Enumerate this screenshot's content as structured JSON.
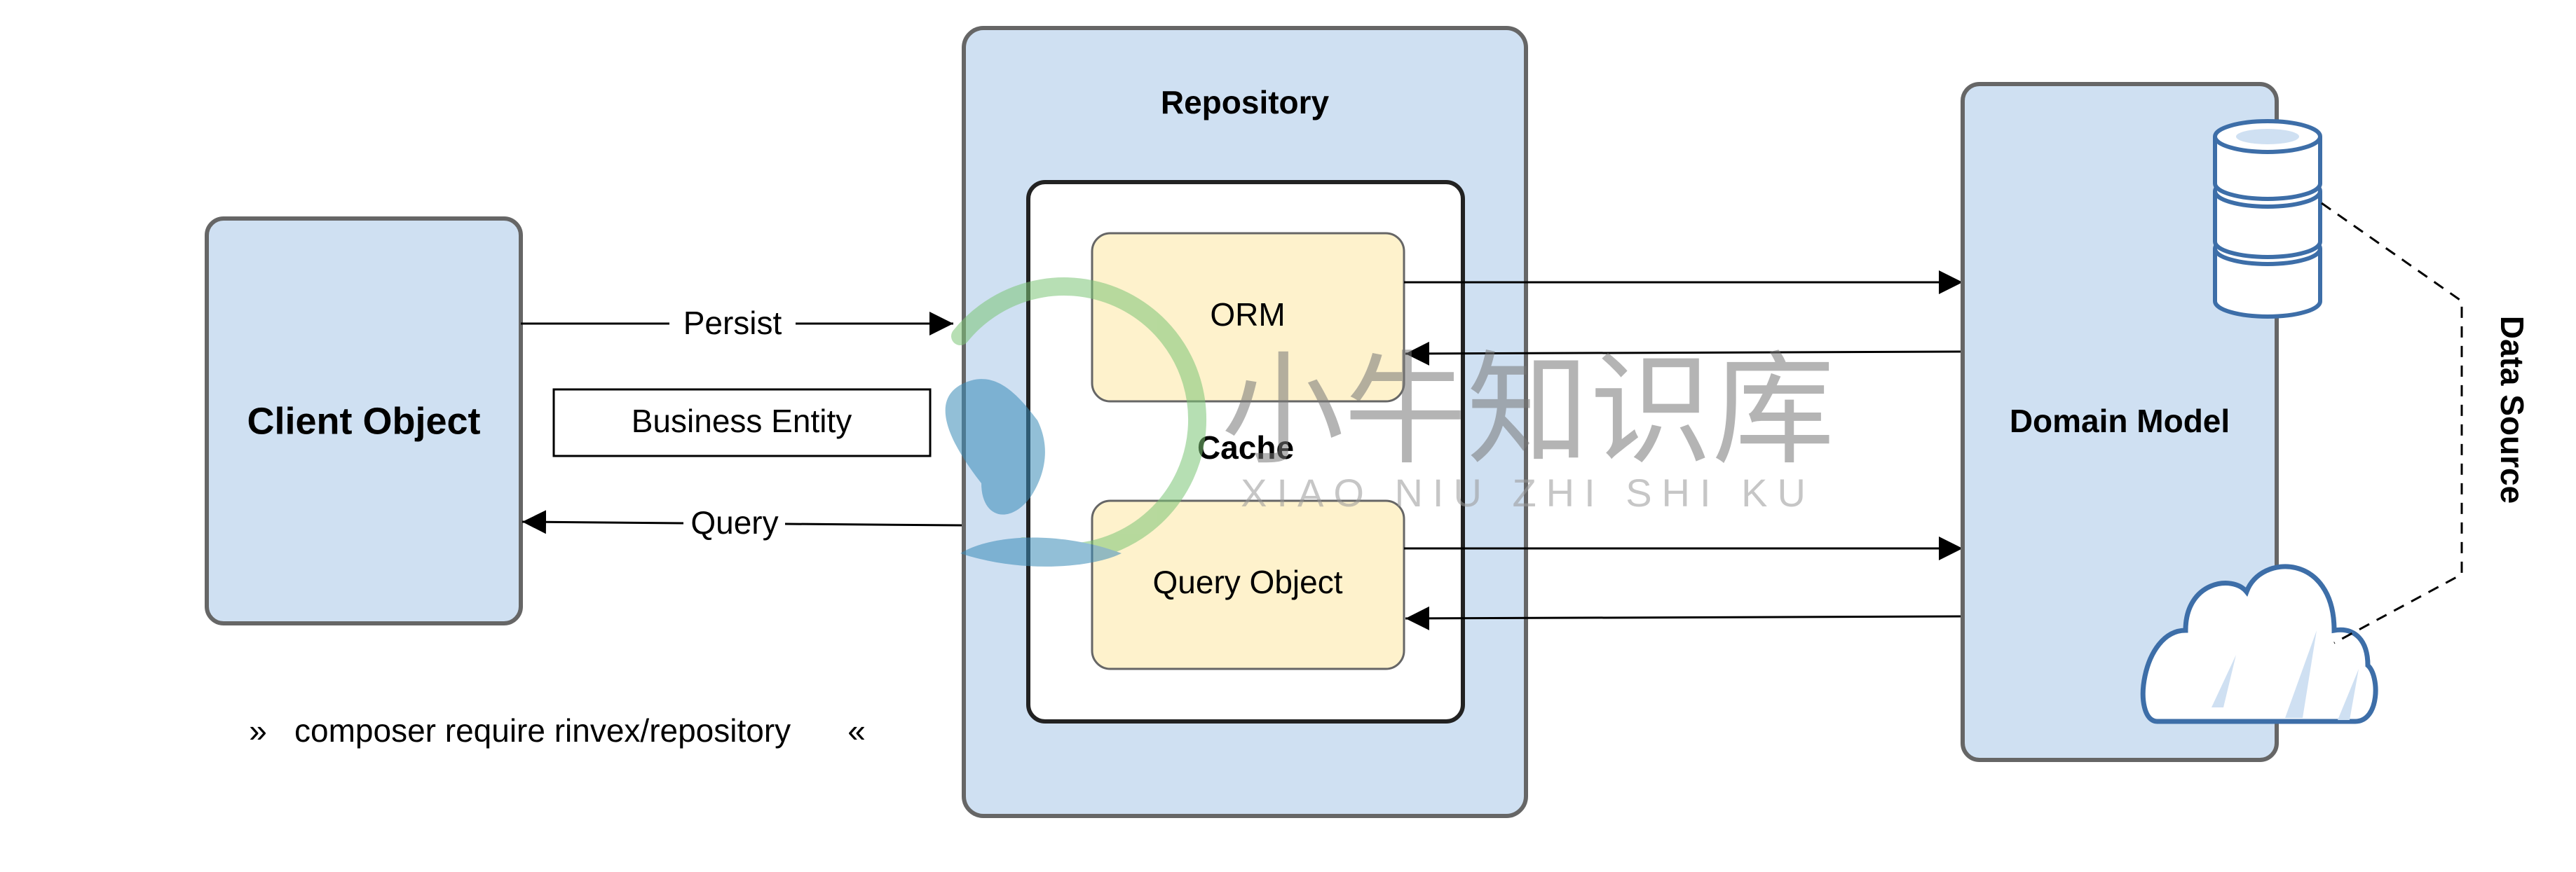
{
  "diagram": {
    "client": {
      "label": "Client Object"
    },
    "repository": {
      "label": "Repository"
    },
    "cache": {
      "label": "Cache"
    },
    "orm": {
      "label": "ORM"
    },
    "query_object": {
      "label": "Query Object"
    },
    "domain_model": {
      "label": "Domain Model"
    },
    "data_source": {
      "label": "Data Source"
    },
    "edges": {
      "persist": "Persist",
      "business_entity": "Business Entity",
      "query": "Query"
    },
    "install_command": {
      "left_mark": "»",
      "text": "composer require rinvex/repository",
      "right_mark": "«"
    }
  },
  "watermark": {
    "title": "小牛知识库",
    "subtitle": "XIAO NIU ZHI SHI KU"
  },
  "colors": {
    "box_blue": "#cfe0f2",
    "box_yellow": "#fef2cc",
    "outline_gray": "#666666",
    "cloud_blue": "#3d6ea8"
  }
}
